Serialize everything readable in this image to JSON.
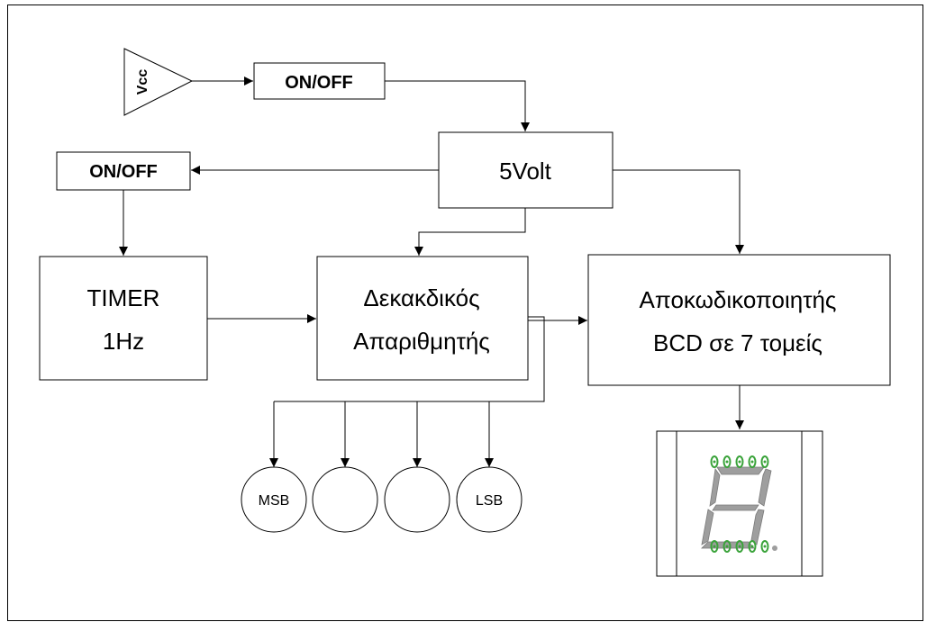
{
  "diagram": {
    "vcc_label": "Vcc",
    "switch_main_label": "ON/OFF",
    "switch_timer_label": "ON/OFF",
    "regulator_label": "5Volt",
    "timer_label_line1": "TIMER",
    "timer_label_line2": "1Hz",
    "counter_label_line1": "Δεκακδικός",
    "counter_label_line2": "Απαριθμητής",
    "decoder_label_line1": "Αποκωδικοποιητής",
    "decoder_label_line2": "BCD σε 7 τομείς",
    "led_msb_label": "MSB",
    "led_2_label": "",
    "led_3_label": "",
    "led_lsb_label": "LSB"
  },
  "colors": {
    "stroke": "#000000",
    "background": "#ffffff",
    "segment": "#9e9e9e",
    "pins": "#3aa33a"
  },
  "icons": {
    "source": "vcc-triangle-icon",
    "display": "seven-segment-display-icon"
  }
}
